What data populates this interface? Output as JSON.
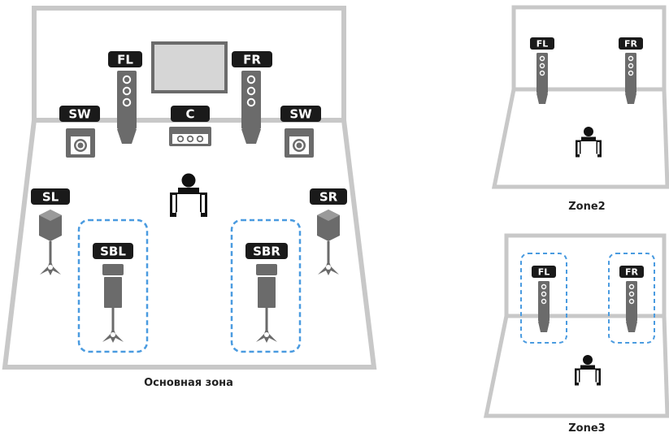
{
  "captions": {
    "main": "Основная зона",
    "zone2": "Zone2",
    "zone3": "Zone3"
  },
  "labels": {
    "fl": "FL",
    "fr": "FR",
    "c": "C",
    "sw": "SW",
    "sl": "SL",
    "sr": "SR",
    "sbl": "SBL",
    "sbr": "SBR"
  },
  "colors": {
    "room_wall": "#c8c8c8",
    "badge": "#1a1a1a",
    "speaker": "#6b6b6b",
    "highlight_dash": "#4a9be0",
    "tv_screen": "#d6d6d6"
  },
  "icons": {
    "listener": "person-in-chair-icon",
    "speaker_tower": "tower-speaker-icon",
    "subwoofer": "subwoofer-icon",
    "stand": "speaker-stand-icon"
  }
}
